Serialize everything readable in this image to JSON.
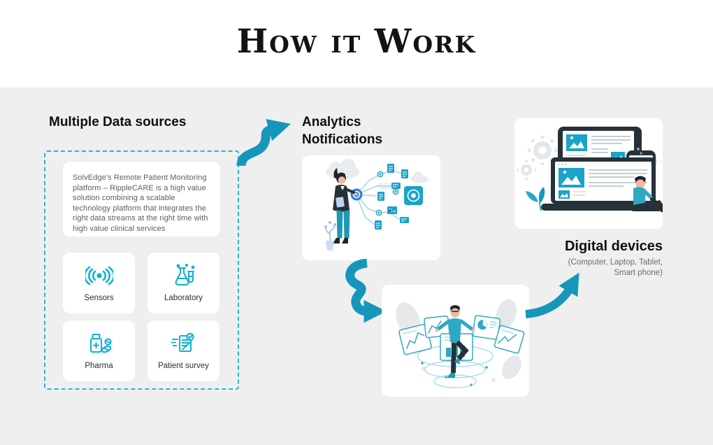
{
  "title": "How it Work",
  "colors": {
    "accent_teal": "#1697ba",
    "icon_cyan": "#0fb2d4",
    "dashed_border": "#2bb3d6",
    "background_gray": "#efefef",
    "card_white": "#ffffff",
    "node_blue": "#2b7de0"
  },
  "sections": {
    "data_sources": {
      "heading": "Multiple Data sources",
      "description": "SolvEdge's Remote Patient Monitoring platform – RippleCARE is a high value solution combining a scalable technology platform that integrates the right data streams at the right time with high value clinical services",
      "tiles": [
        {
          "label": "Sensors",
          "icon": "signal-icon"
        },
        {
          "label": "Laboratory",
          "icon": "lab-flask-icon"
        },
        {
          "label": "Pharma",
          "icon": "pill-bottle-icon"
        },
        {
          "label": "Patient survey",
          "icon": "survey-clipboard-icon"
        }
      ]
    },
    "analytics": {
      "heading_line1": "Analytics",
      "heading_line2": "Notifications"
    },
    "devices": {
      "heading": "Digital devices",
      "subheading_line1": "(Computer, Laptop, Tablet,",
      "subheading_line2": "Smart phone)"
    }
  }
}
